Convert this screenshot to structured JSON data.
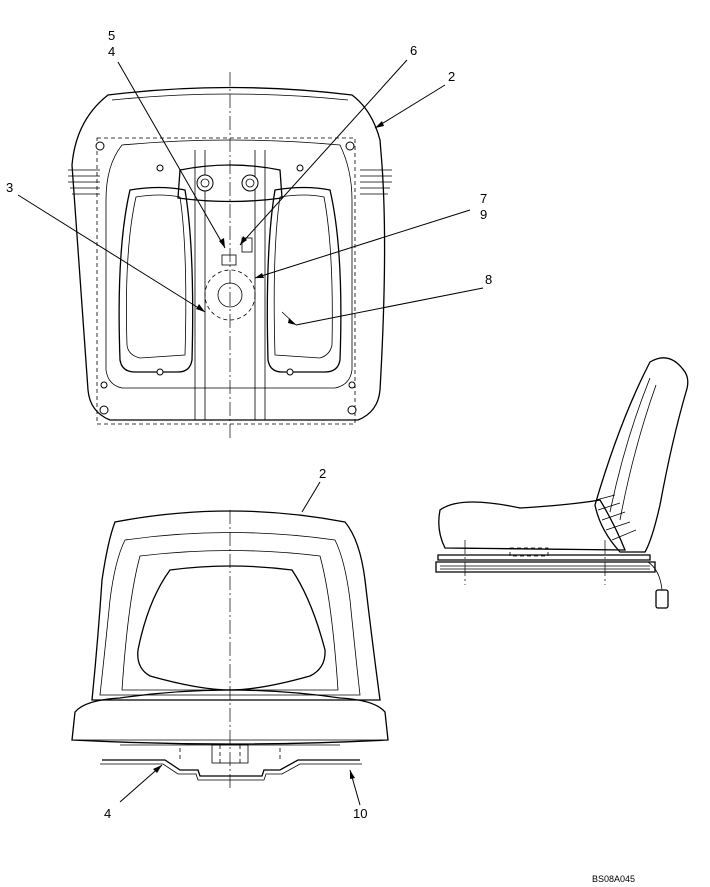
{
  "labels": {
    "top_5": "5",
    "top_4": "4",
    "top_6": "6",
    "top_2": "2",
    "top_3": "3",
    "top_7": "7",
    "top_9": "9",
    "top_8": "8",
    "front_2": "2",
    "front_4": "4",
    "front_10": "10"
  },
  "reference_code": "BS08A045"
}
